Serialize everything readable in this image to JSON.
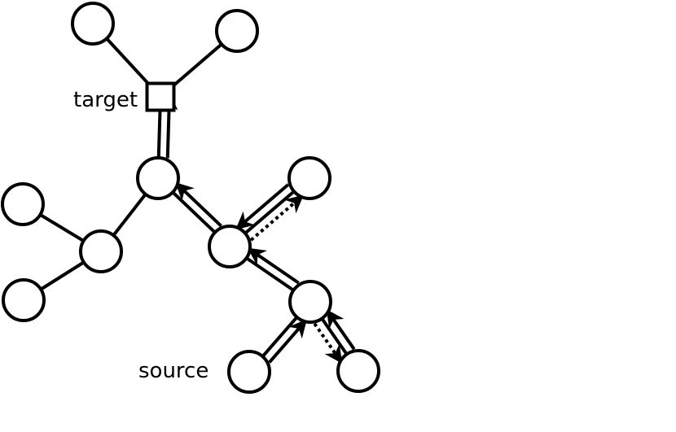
{
  "diagram": {
    "type": "tree-walk",
    "labels": {
      "target": "target",
      "source": "source"
    },
    "nodes": [
      {
        "id": "n_top_left",
        "shape": "circle"
      },
      {
        "id": "n_top_right",
        "shape": "circle"
      },
      {
        "id": "target",
        "shape": "square",
        "label": "target"
      },
      {
        "id": "n_center",
        "shape": "circle"
      },
      {
        "id": "n_left_upper",
        "shape": "circle"
      },
      {
        "id": "n_left_mid",
        "shape": "circle"
      },
      {
        "id": "n_left_lower",
        "shape": "circle"
      },
      {
        "id": "n_mid",
        "shape": "circle"
      },
      {
        "id": "n_right_upper",
        "shape": "circle"
      },
      {
        "id": "n_right_mid",
        "shape": "circle"
      },
      {
        "id": "source",
        "shape": "circle",
        "label": "source"
      },
      {
        "id": "n_bottom_right",
        "shape": "circle"
      }
    ],
    "edges": [
      {
        "from": "n_top_left",
        "to": "target"
      },
      {
        "from": "n_top_right",
        "to": "target"
      },
      {
        "from": "target",
        "to": "n_center"
      },
      {
        "from": "n_center",
        "to": "n_left_mid"
      },
      {
        "from": "n_left_mid",
        "to": "n_left_upper"
      },
      {
        "from": "n_left_mid",
        "to": "n_left_lower"
      },
      {
        "from": "n_center",
        "to": "n_mid"
      },
      {
        "from": "n_mid",
        "to": "n_right_upper"
      },
      {
        "from": "n_mid",
        "to": "n_right_mid"
      },
      {
        "from": "n_right_mid",
        "to": "source"
      },
      {
        "from": "n_right_mid",
        "to": "n_bottom_right"
      }
    ],
    "walk_arrows": [
      {
        "from": "source",
        "to": "n_right_mid",
        "style": "solid"
      },
      {
        "from": "n_right_mid",
        "to": "n_bottom_right",
        "style": "dotted"
      },
      {
        "from": "n_bottom_right",
        "to": "n_right_mid",
        "style": "solid"
      },
      {
        "from": "n_right_mid",
        "to": "n_mid",
        "style": "solid"
      },
      {
        "from": "n_mid",
        "to": "n_right_upper",
        "style": "dotted"
      },
      {
        "from": "n_right_upper",
        "to": "n_mid",
        "style": "solid"
      },
      {
        "from": "n_mid",
        "to": "n_center",
        "style": "solid"
      },
      {
        "from": "n_center",
        "to": "target",
        "style": "solid"
      }
    ],
    "colors": {
      "stroke": "#000000",
      "fill": "#ffffff"
    }
  }
}
